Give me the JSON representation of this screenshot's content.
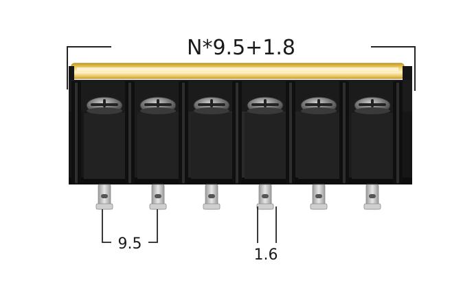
{
  "dimensions": {
    "overall_label": "N*9.5+1.8",
    "pitch_label": "9.5",
    "pin_width_label": "1.6"
  },
  "component": {
    "positions": 6,
    "body_color": "#1e1e1e",
    "cover_color": "#e8c24a",
    "screw_color": "#6f6f6f",
    "pin_color": "#b9b9b9"
  }
}
